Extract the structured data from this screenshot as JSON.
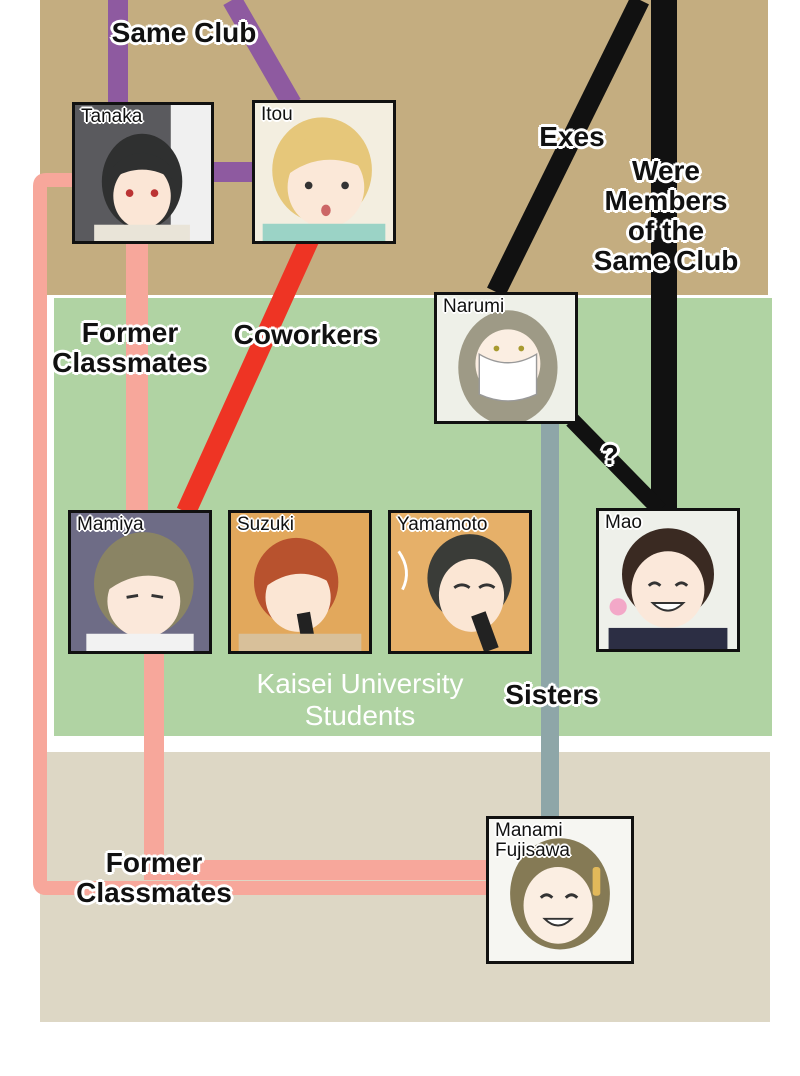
{
  "colors": {
    "top_band": "#c4ad80",
    "middle_band": "#b0d3a3",
    "bottom_band": "#ddd7c5",
    "same_club_line": "#8e5aa0",
    "coworkers_line": "#ee3424",
    "classmates_line": "#f7a79b",
    "sisters_line": "#8ea6a8",
    "exes_line": "#111111"
  },
  "nodes": {
    "tanaka": "Tanaka",
    "itou": "Itou",
    "narumi": "Narumi",
    "mamiya": "Mamiya",
    "suzuki": "Suzuki",
    "yamamoto": "Yamamoto",
    "mao": "Mao",
    "manami": "Manami\nFujisawa"
  },
  "relationships": {
    "same_club": "Same Club",
    "exes": "Exes",
    "were_members": "Were\nMembers\nof the\nSame Club",
    "former_classmates_top": "Former\nClassmates",
    "coworkers": "Coworkers",
    "question": "?",
    "sisters": "Sisters",
    "former_classmates_bottom": "Former\nClassmates"
  },
  "groups": {
    "kaisei": "Kaisei University\nStudents"
  }
}
